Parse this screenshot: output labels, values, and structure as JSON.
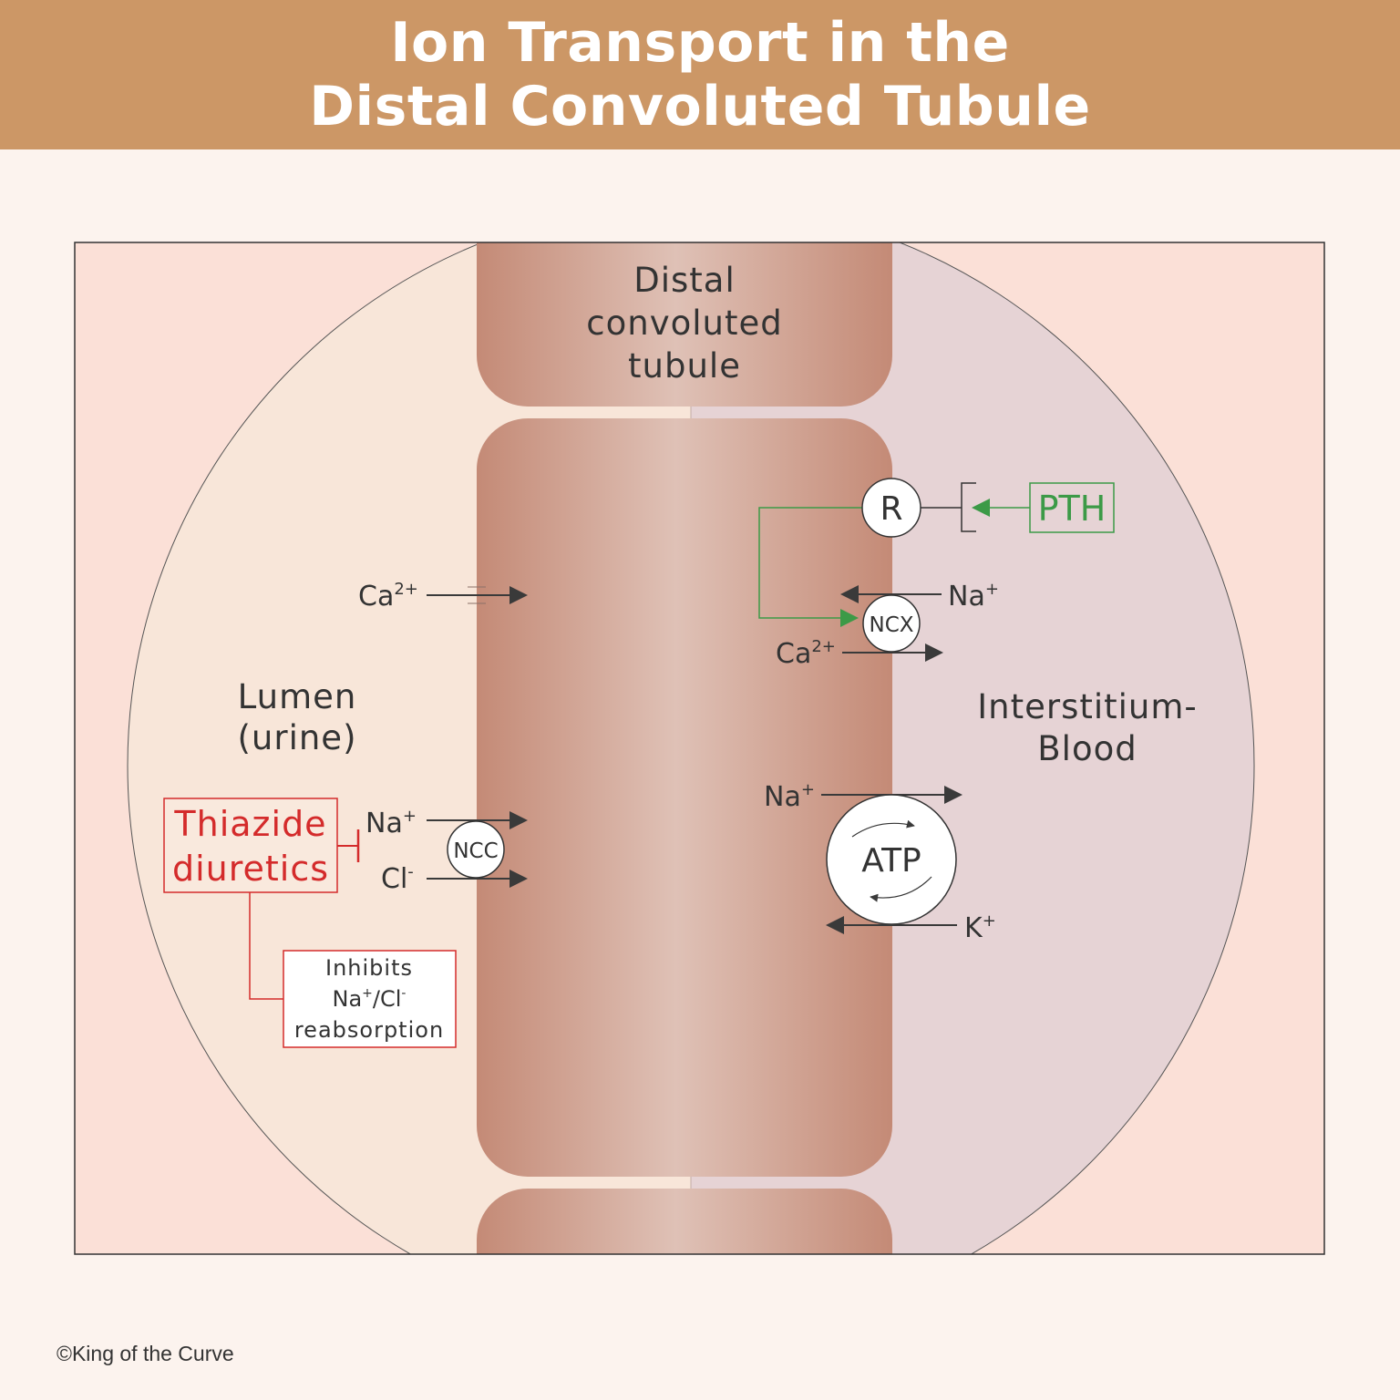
{
  "header": {
    "title_line1": "Ion Transport in the",
    "title_line2": "Distal Convoluted Tubule"
  },
  "labels": {
    "tubule_line1": "Distal",
    "tubule_line2": "convoluted",
    "tubule_line3": "tubule",
    "lumen_line1": "Lumen",
    "lumen_line2": "(urine)",
    "interstitium_line1": "Interstitium-",
    "interstitium_line2": "Blood"
  },
  "apical": {
    "ca": "Ca",
    "ca_sup": "2+",
    "na": "Na",
    "na_sup": "+",
    "cl": "Cl",
    "cl_sup": "-",
    "ncc": "NCC"
  },
  "drug": {
    "line1": "Thiazide",
    "line2": "diuretics",
    "effect_line1": "Inhibits",
    "effect_line2_a": "Na",
    "effect_line2_sup1": "+",
    "effect_line2_b": "/Cl",
    "effect_line2_sup2": "-",
    "effect_line3": "reabsorption"
  },
  "basolateral": {
    "receptor": "R",
    "pth": "PTH",
    "ncx": "NCX",
    "ncx_na": "Na",
    "ncx_na_sup": "+",
    "ncx_ca": "Ca",
    "ncx_ca_sup": "2+",
    "pump_na": "Na",
    "pump_na_sup": "+",
    "pump_k": "K",
    "pump_k_sup": "+",
    "atp": "ATP"
  },
  "footer": {
    "copyright": "©King of the Curve"
  },
  "colors": {
    "header": "#cc9766",
    "page_bg": "#fcf3ee",
    "panel_bg": "#fbe0d7",
    "lumen": "#f8e6d9",
    "interstitium": "#e6d3d5",
    "tubule_dark": "#c48a76",
    "tubule_light": "#dfc1b6",
    "drug_red": "#d42b2b",
    "pth_green": "#3c9a47",
    "arrow": "#3a3a3a"
  }
}
